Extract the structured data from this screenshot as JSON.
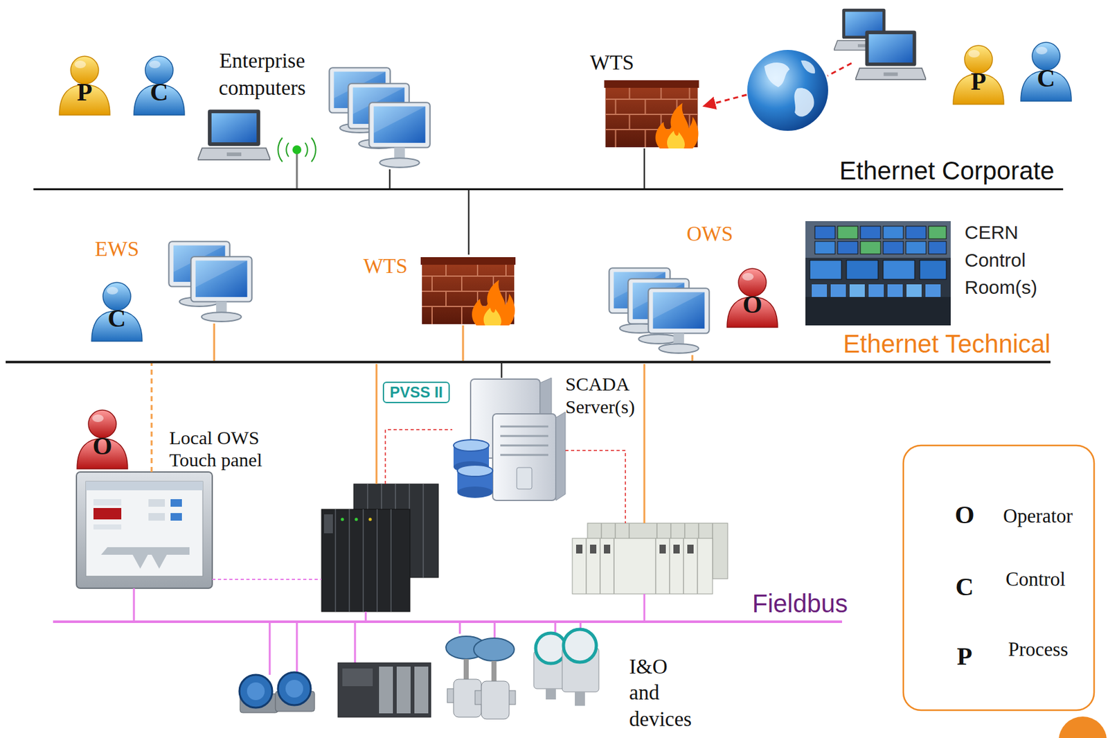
{
  "diagram": {
    "nodes": [
      {
        "text": [
          "Enterprise computers"
        ]
      },
      {
        "text": [
          "WTS"
        ]
      },
      {
        "text": [
          "Ethernet Corporate"
        ]
      },
      {
        "text": [
          "EWS"
        ]
      },
      {
        "text": [
          "WTS"
        ]
      },
      {
        "text": [
          "OWS"
        ]
      },
      {
        "text": [
          "CERN Control Room(s)"
        ]
      },
      {
        "text": [
          "Ethernet Technical"
        ]
      },
      {
        "text": [
          "SCADA Server(s)"
        ]
      },
      {
        "text": [
          "Local OWS Touch panel"
        ]
      },
      {
        "text": [
          "Fieldbus"
        ]
      },
      {
        "text": [
          "I&O and devices"
        ]
      }
    ],
    "edges": [
      {
        "from": 0,
        "to": 2,
        "arrow": "none"
      },
      {
        "from": 1,
        "to": 2,
        "arrow": "none"
      },
      {
        "from": 2,
        "to": 4,
        "arrow": "none"
      },
      {
        "from": 3,
        "to": 7,
        "arrow": "none"
      },
      {
        "from": 4,
        "to": 7,
        "arrow": "none"
      },
      {
        "from": 5,
        "to": 7,
        "arrow": "none"
      },
      {
        "from": 8,
        "to": 7,
        "arrow": "none"
      },
      {
        "from": 9,
        "to": 7,
        "arrow": "none"
      },
      {
        "from": 9,
        "to": 10,
        "arrow": "none"
      },
      {
        "from": 11,
        "to": 10,
        "arrow": "none"
      }
    ],
    "labels": [
      "P",
      "C",
      "P",
      "C",
      "C",
      "O",
      "PVSS II",
      "O",
      "O",
      "C",
      "P"
    ],
    "legend": [
      {
        "text": "Operator"
      },
      {
        "text": "Control"
      },
      {
        "text": "Process"
      }
    ]
  }
}
